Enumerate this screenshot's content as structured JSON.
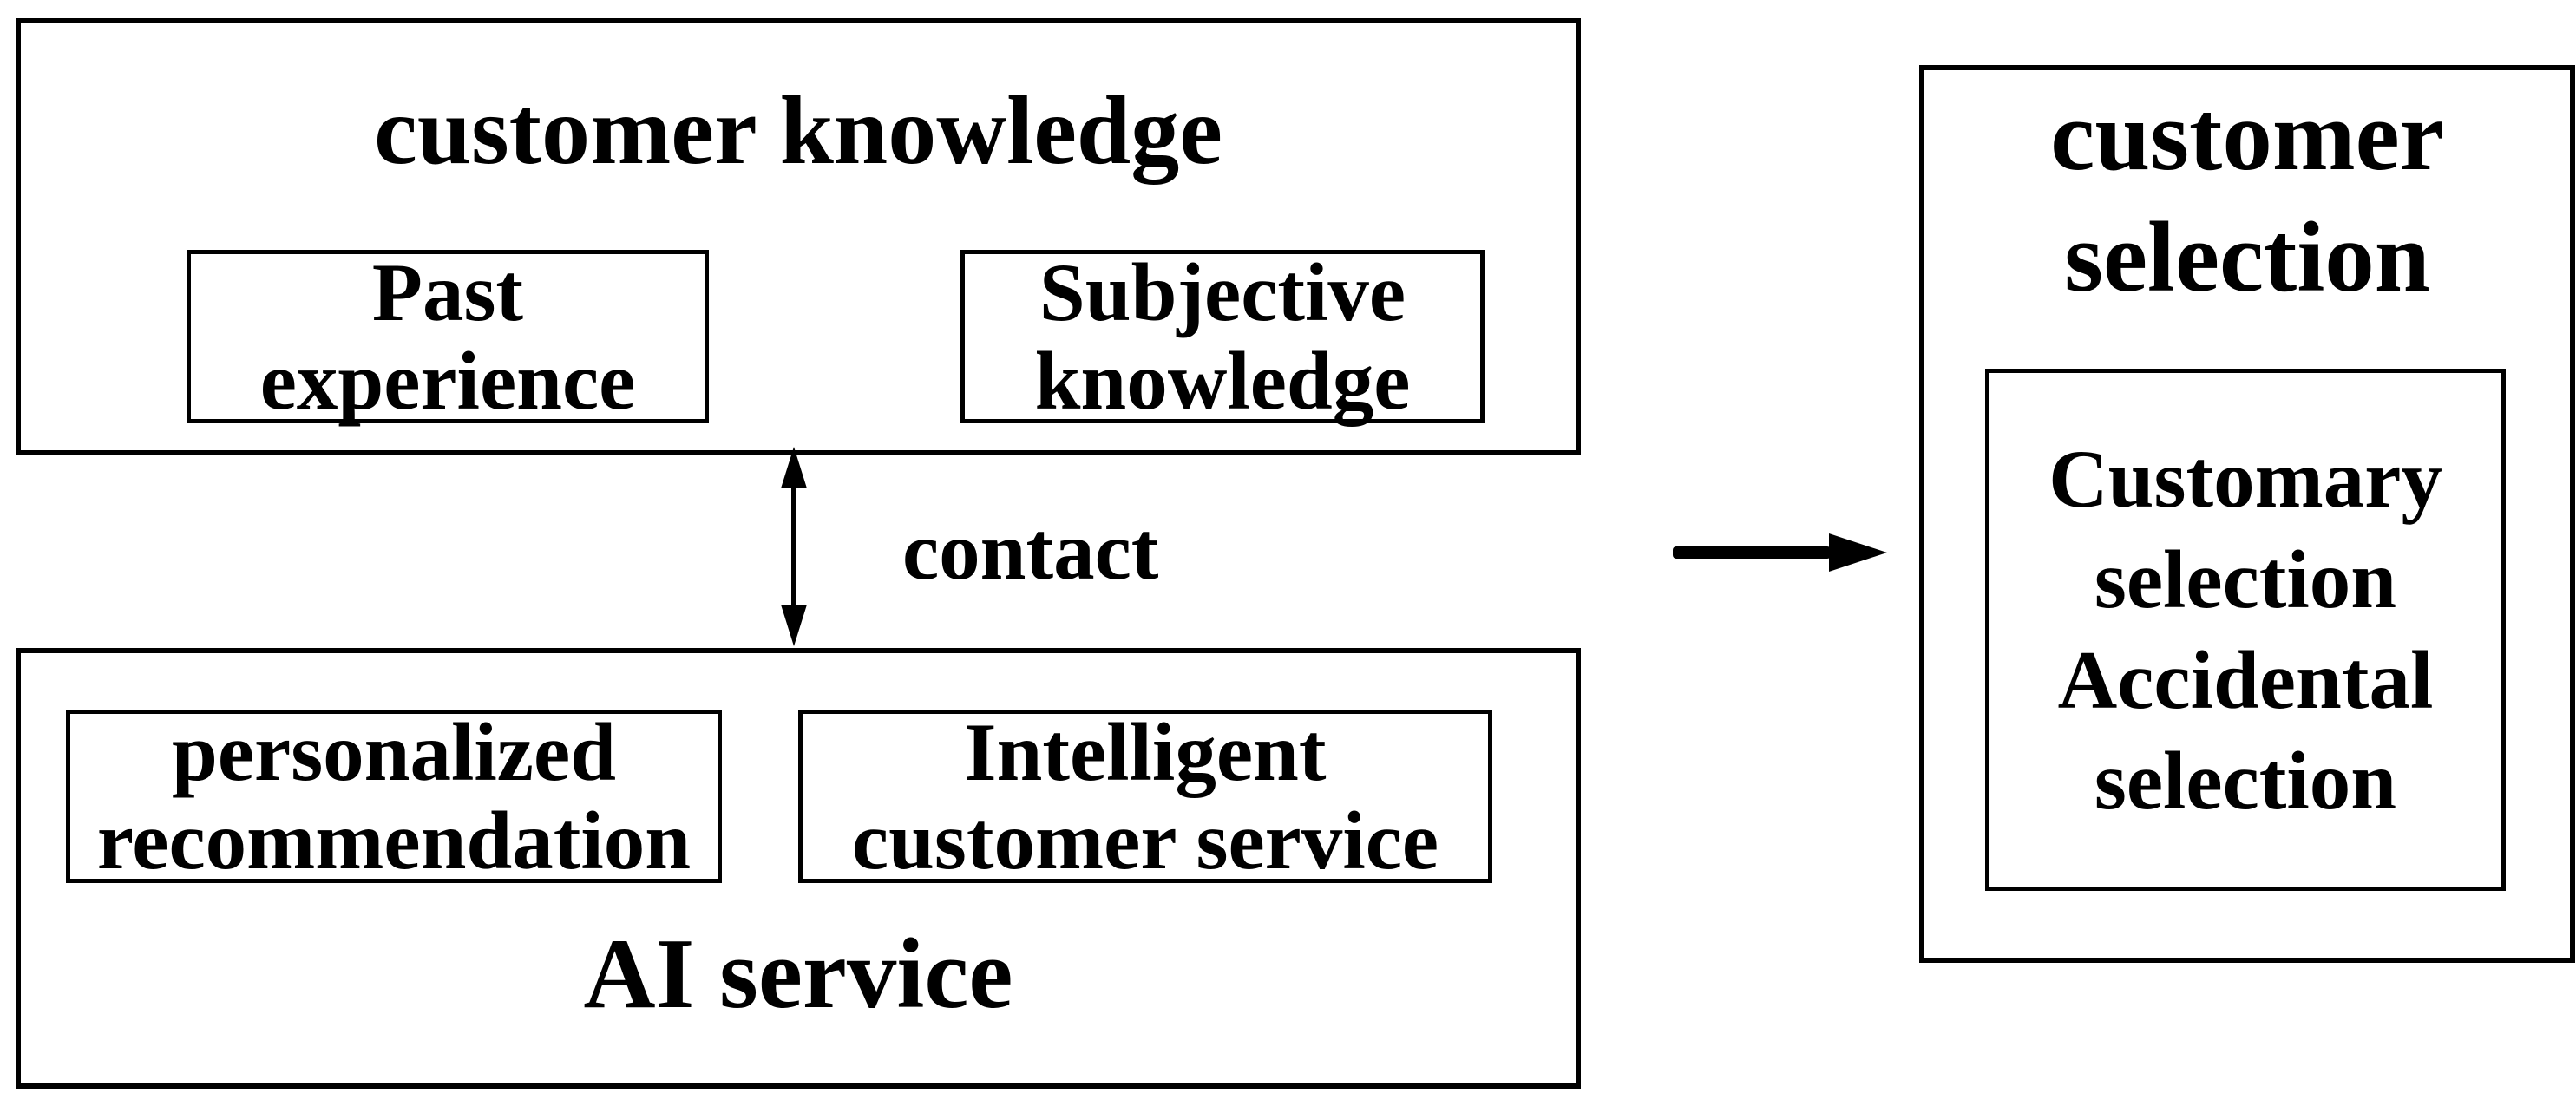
{
  "diagram": {
    "customer_knowledge": {
      "title": "customer knowledge",
      "items": [
        {
          "lines": [
            "Past",
            "experience"
          ]
        },
        {
          "lines": [
            "Subjective",
            "knowledge"
          ]
        }
      ]
    },
    "ai_service": {
      "title": "AI service",
      "items": [
        {
          "lines": [
            "personalized",
            "recommendation"
          ]
        },
        {
          "lines": [
            "Intelligent",
            "customer service"
          ]
        }
      ]
    },
    "contact_label": "contact",
    "customer_selection": {
      "title_lines": [
        "customer",
        "selection"
      ],
      "inner_lines": [
        "Customary",
        "selection",
        "Accidental",
        "selection"
      ]
    },
    "icons": {
      "contact_arrow": "double-headed-vertical-arrow",
      "flow_arrow": "right-arrow"
    },
    "colors": {
      "line": "#000000",
      "background": "#ffffff",
      "text": "#000000"
    }
  }
}
